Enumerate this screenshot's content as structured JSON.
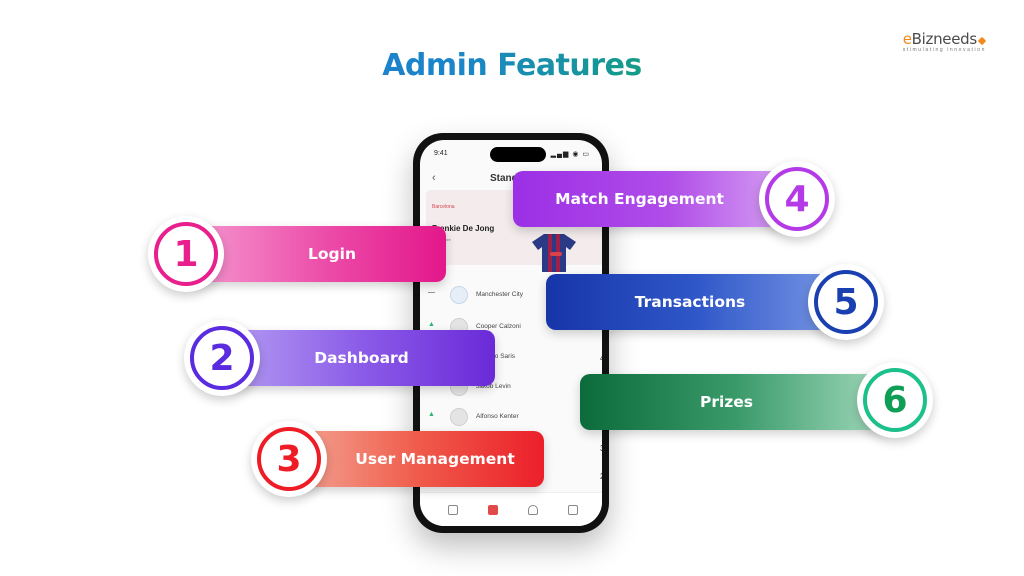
{
  "title": "Admin Features",
  "logo": {
    "brand_e": "e",
    "brand_rest": "Bizneeds",
    "tagline": "stimulating innovation"
  },
  "phone": {
    "time": "9:41",
    "status": "▂▄▆ ◉ ▭",
    "back": "‹",
    "screen_title": "Standings",
    "banner": {
      "club": "Barcelona",
      "player": "Frenkie De Jong",
      "score": "Stat Score"
    },
    "rows": [
      {
        "marker": "—",
        "name": "Manchester City"
      },
      {
        "marker": "▲",
        "name": "Cooper Calzoni"
      },
      {
        "marker": "",
        "name": "Ricardo Saris"
      },
      {
        "marker": "",
        "name": "Jakob Levin"
      },
      {
        "marker": "▲",
        "name": "Alfonso Kenter"
      }
    ],
    "right_numbers": [
      "4",
      "3",
      "2"
    ]
  },
  "features": [
    {
      "number": "1",
      "label": "Login",
      "color": "#e81f8c"
    },
    {
      "number": "2",
      "label": "Dashboard",
      "color": "#5b2be0"
    },
    {
      "number": "3",
      "label": "User Management",
      "color": "#ee1c25"
    },
    {
      "number": "4",
      "label": "Match Engagement",
      "color": "#b43ae8"
    },
    {
      "number": "5",
      "label": "Transactions",
      "color": "#1a3fb0"
    },
    {
      "number": "6",
      "label": "Prizes",
      "color": "#1cc08a"
    }
  ]
}
